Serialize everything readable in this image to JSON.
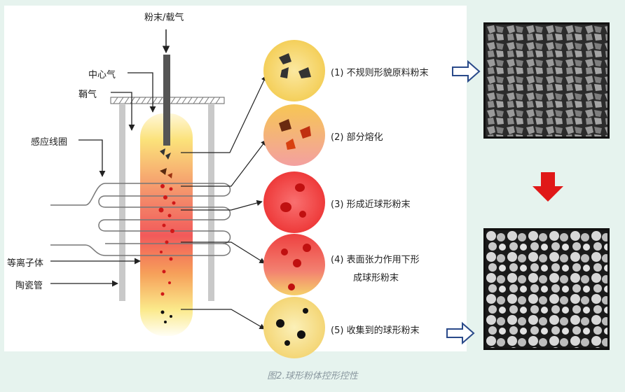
{
  "labels": {
    "feed": "粉末/载气",
    "central_gas": "中心气",
    "sheath_gas": "鞘气",
    "induction_coil": "感应线圈",
    "plasma": "等离子体",
    "ceramic_tube": "陶瓷管"
  },
  "stages": [
    {
      "num": "(1)",
      "text": "不规则形貌原料粉末"
    },
    {
      "num": "(2)",
      "text": "部分熔化"
    },
    {
      "num": "(3)",
      "text": "形成近球形粉末"
    },
    {
      "num": "(4)",
      "text": "表面张力作用下形",
      "text2": "成球形粉末"
    },
    {
      "num": "(5)",
      "text": "收集到的球形粉末"
    }
  ],
  "caption": "图2.球形粉体控形控性",
  "colors": {
    "background": "#e6f3ee",
    "arrow_outline": "#2a4a8a",
    "red_arrow": "#e01818",
    "plasma_core": "#f04a4a",
    "plasma_edge": "#fbe9a0"
  }
}
